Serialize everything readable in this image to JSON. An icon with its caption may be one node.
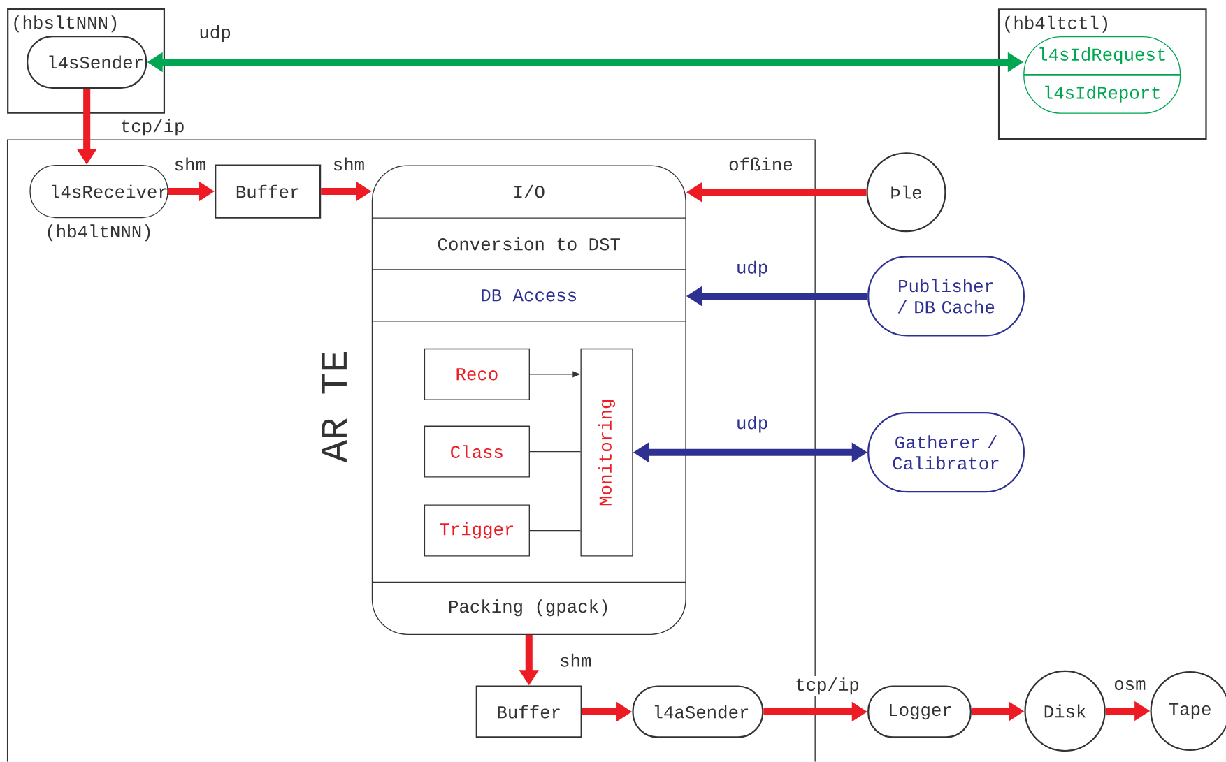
{
  "diagram": {
    "nodes": [
      {
        "text": [
          "(hbsltNNN)"
        ]
      },
      {
        "text": [
          "l4sSender"
        ],
        "in": 0
      },
      {
        "text": [
          "(hb4ltctl)"
        ]
      },
      {
        "text": [
          "l4sIdRequest",
          "l4sIdReport"
        ],
        "in": 2
      },
      {
        "text": [
          "AR TE"
        ]
      },
      {
        "text": [
          "l4sReceiver"
        ],
        "beside": [
          "(hb4ltNNN)"
        ],
        "in": 4
      },
      {
        "text": [
          "Buffer"
        ],
        "in": 4
      },
      {
        "text": [
          "I/O",
          "Conversion to DST",
          "DB Access",
          "Packing (gpack)"
        ],
        "in": 4
      },
      {
        "text": [
          "Reco"
        ],
        "in": 7
      },
      {
        "text": [
          "Class"
        ],
        "in": 7
      },
      {
        "text": [
          "Trigger"
        ],
        "in": 7
      },
      {
        "text": [
          "Monitoring"
        ],
        "in": 7
      },
      {
        "text": [
          "Þle"
        ]
      },
      {
        "text": [
          "Publisher / DB Cache"
        ]
      },
      {
        "text": [
          "Gatherer / Calibrator"
        ]
      },
      {
        "text": [
          "Buffer"
        ],
        "in": 4
      },
      {
        "text": [
          "l4aSender"
        ],
        "in": 4
      },
      {
        "text": [
          "Logger"
        ]
      },
      {
        "text": [
          "Disk"
        ]
      },
      {
        "text": [
          "Tape"
        ]
      }
    ],
    "edges": [
      {
        "from": 1,
        "to": 3,
        "arrow": "both",
        "label": "udp",
        "color": "#00a651"
      },
      {
        "from": 1,
        "to": 5,
        "arrow": "to",
        "label": "tcp/ip"
      },
      {
        "from": 5,
        "to": 6,
        "arrow": "to",
        "label": "shm"
      },
      {
        "from": 6,
        "to": 7,
        "arrow": "to",
        "label": "shm"
      },
      {
        "from": 12,
        "to": 7,
        "arrow": "to",
        "label": "ofßine"
      },
      {
        "from": 13,
        "to": 7,
        "arrow": "to",
        "label": "udp",
        "color": "#2e3192"
      },
      {
        "from": 11,
        "to": 14,
        "arrow": "both",
        "label": "udp",
        "color": "#2e3192"
      },
      {
        "from": 8,
        "to": 11,
        "arrow": "to",
        "color": "#333333"
      },
      {
        "from": 9,
        "to": 11,
        "arrow": "none",
        "color": "#333333"
      },
      {
        "from": 10,
        "to": 11,
        "arrow": "none",
        "color": "#333333"
      },
      {
        "from": 7,
        "to": 15,
        "arrow": "to",
        "label": "shm"
      },
      {
        "from": 15,
        "to": 16,
        "arrow": "to"
      },
      {
        "from": 16,
        "to": 17,
        "arrow": "to",
        "label": "tcp/ip"
      },
      {
        "from": 17,
        "to": 18,
        "arrow": "to"
      },
      {
        "from": 18,
        "to": 19,
        "arrow": "to",
        "label": "osm"
      }
    ]
  }
}
